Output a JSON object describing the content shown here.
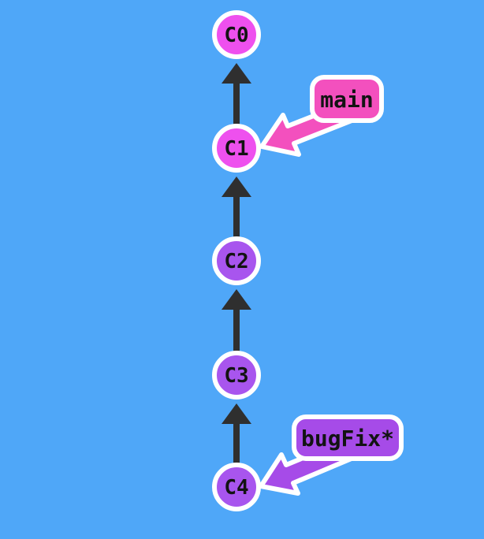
{
  "colors": {
    "background": "#4FA7F8",
    "commit_magenta": "#EE50EE",
    "commit_purple": "#A855EE",
    "main_pink": "#F350BE",
    "bugfix_purple": "#A64BE8",
    "edge_dark": "#2F2F2F",
    "outline_white": "#FFFFFF",
    "text_black": "#131313"
  },
  "graph": {
    "commits": [
      {
        "id": "C0"
      },
      {
        "id": "C1"
      },
      {
        "id": "C2"
      },
      {
        "id": "C3"
      },
      {
        "id": "C4"
      }
    ],
    "edges": [
      {
        "from": "C1",
        "to": "C0"
      },
      {
        "from": "C2",
        "to": "C1"
      },
      {
        "from": "C3",
        "to": "C2"
      },
      {
        "from": "C4",
        "to": "C3"
      }
    ],
    "branches": [
      {
        "label": "main",
        "points_to": "C1"
      },
      {
        "label": "bugFix*",
        "points_to": "C4"
      }
    ]
  }
}
